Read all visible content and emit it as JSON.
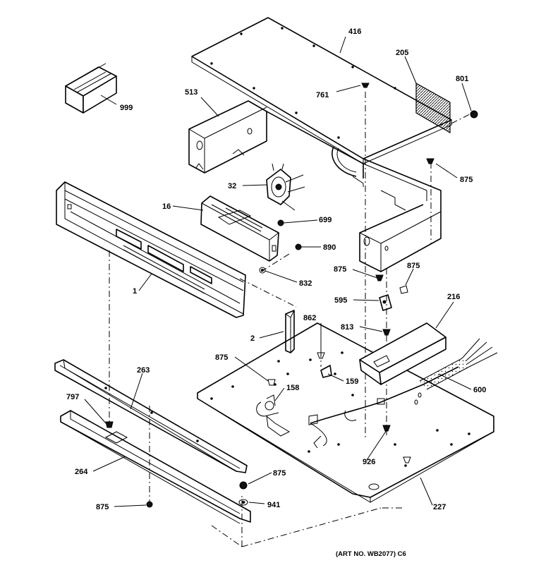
{
  "callouts": [
    {
      "id": "416",
      "text": "416"
    },
    {
      "id": "205",
      "text": "205"
    },
    {
      "id": "801",
      "text": "801"
    },
    {
      "id": "999",
      "text": "999"
    },
    {
      "id": "513",
      "text": "513"
    },
    {
      "id": "761",
      "text": "761"
    },
    {
      "id": "32",
      "text": "32"
    },
    {
      "id": "875a",
      "text": "875"
    },
    {
      "id": "16",
      "text": "16"
    },
    {
      "id": "699",
      "text": "699"
    },
    {
      "id": "890",
      "text": "890"
    },
    {
      "id": "832",
      "text": "832"
    },
    {
      "id": "1",
      "text": "1"
    },
    {
      "id": "875b",
      "text": "875"
    },
    {
      "id": "875c",
      "text": "875"
    },
    {
      "id": "595",
      "text": "595"
    },
    {
      "id": "216",
      "text": "216"
    },
    {
      "id": "862",
      "text": "862"
    },
    {
      "id": "813",
      "text": "813"
    },
    {
      "id": "2",
      "text": "2"
    },
    {
      "id": "875d",
      "text": "875"
    },
    {
      "id": "159",
      "text": "159"
    },
    {
      "id": "158",
      "text": "158"
    },
    {
      "id": "600",
      "text": "600"
    },
    {
      "id": "263",
      "text": "263"
    },
    {
      "id": "797",
      "text": "797"
    },
    {
      "id": "926",
      "text": "926"
    },
    {
      "id": "264",
      "text": "264"
    },
    {
      "id": "875e",
      "text": "875"
    },
    {
      "id": "941",
      "text": "941"
    },
    {
      "id": "227",
      "text": "227"
    },
    {
      "id": "875f",
      "text": "875"
    }
  ],
  "caption": "(ART NO. WB2077) C6"
}
